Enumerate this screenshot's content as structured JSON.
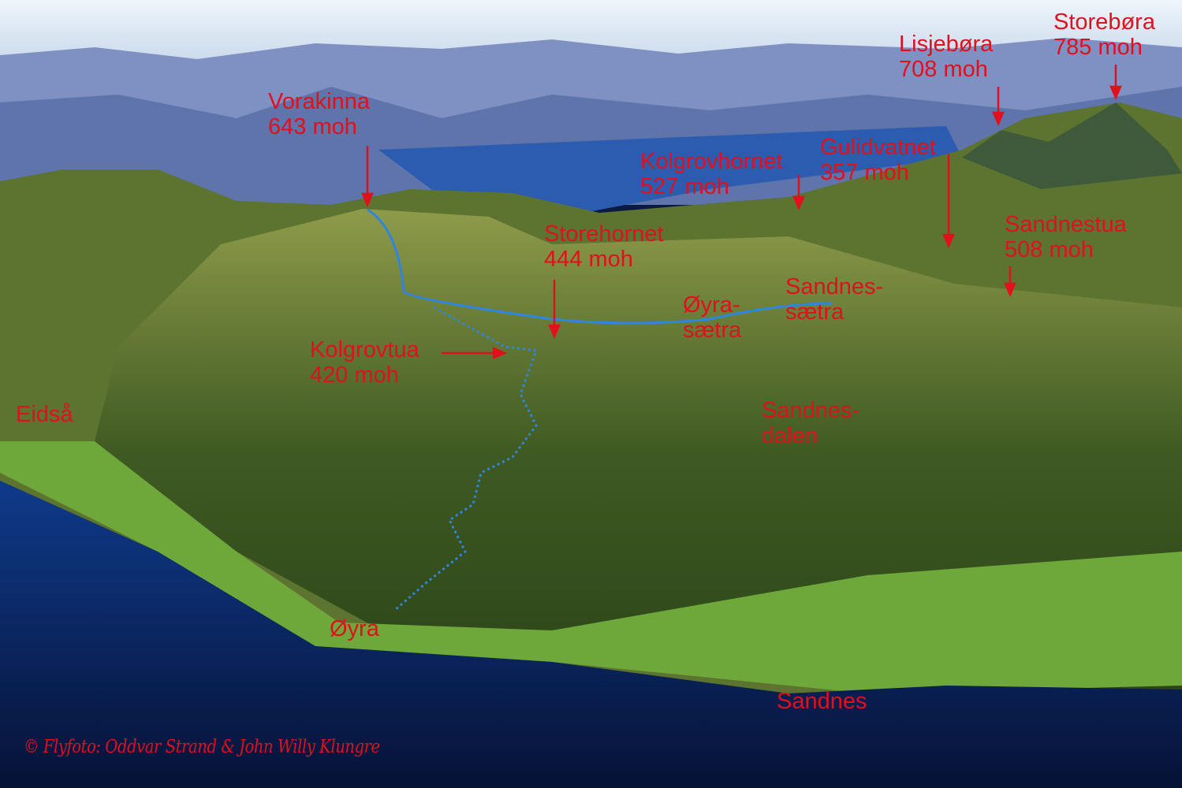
{
  "photo": {
    "labels": {
      "vorakinna": {
        "name": "Vorakinna",
        "elevation": "643 moh"
      },
      "lisjebora": {
        "name": "Lisjebøra",
        "elevation": "708 moh"
      },
      "storebora": {
        "name": "Storebøra",
        "elevation": "785 moh"
      },
      "kolgrovhornet": {
        "name": "Kolgrovhornet",
        "elevation": "527 moh"
      },
      "gulidvatnet": {
        "name": "Gulidvatnet",
        "elevation": "357 moh"
      },
      "sandnestua": {
        "name": "Sandnestua",
        "elevation": "508 moh"
      },
      "storehornet": {
        "name": "Storehornet",
        "elevation": "444 moh"
      },
      "kolgrovtua": {
        "name": "Kolgrovtua",
        "elevation": "420 moh"
      },
      "oyrasaetra": {
        "line1": "Øyra-",
        "line2": "sætra"
      },
      "sandnessaetra": {
        "line1": "Sandnes-",
        "line2": "sætra"
      },
      "sandnesdalen": {
        "line1": "Sandnes-",
        "line2": "dalen"
      },
      "eidsa": {
        "name": "Eidså"
      },
      "oyra": {
        "name": "Øyra"
      },
      "sandnes": {
        "name": "Sandnes"
      }
    },
    "credit": "© Flyfoto: Oddvar Strand & John Willy Klungre",
    "colors": {
      "label": "#e0101c",
      "trail": "#2f86e0"
    }
  }
}
